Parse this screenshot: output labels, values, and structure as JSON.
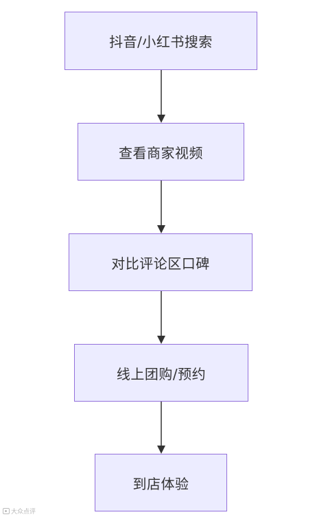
{
  "diagram": {
    "nodes": [
      {
        "id": "n1",
        "label": "抖音/小红书搜索"
      },
      {
        "id": "n2",
        "label": "查看商家视频"
      },
      {
        "id": "n3",
        "label": "对比评论区口碑"
      },
      {
        "id": "n4",
        "label": "线上团购/预约"
      },
      {
        "id": "n5",
        "label": "到店体验"
      }
    ],
    "edges": [
      {
        "from": "n1",
        "to": "n2"
      },
      {
        "from": "n2",
        "to": "n3"
      },
      {
        "from": "n3",
        "to": "n4"
      },
      {
        "from": "n4",
        "to": "n5"
      }
    ],
    "colors": {
      "node_fill": "#ececff",
      "node_border": "#9370db",
      "edge": "#333333",
      "text": "#333333"
    }
  },
  "watermark": {
    "text": "大众点评"
  }
}
